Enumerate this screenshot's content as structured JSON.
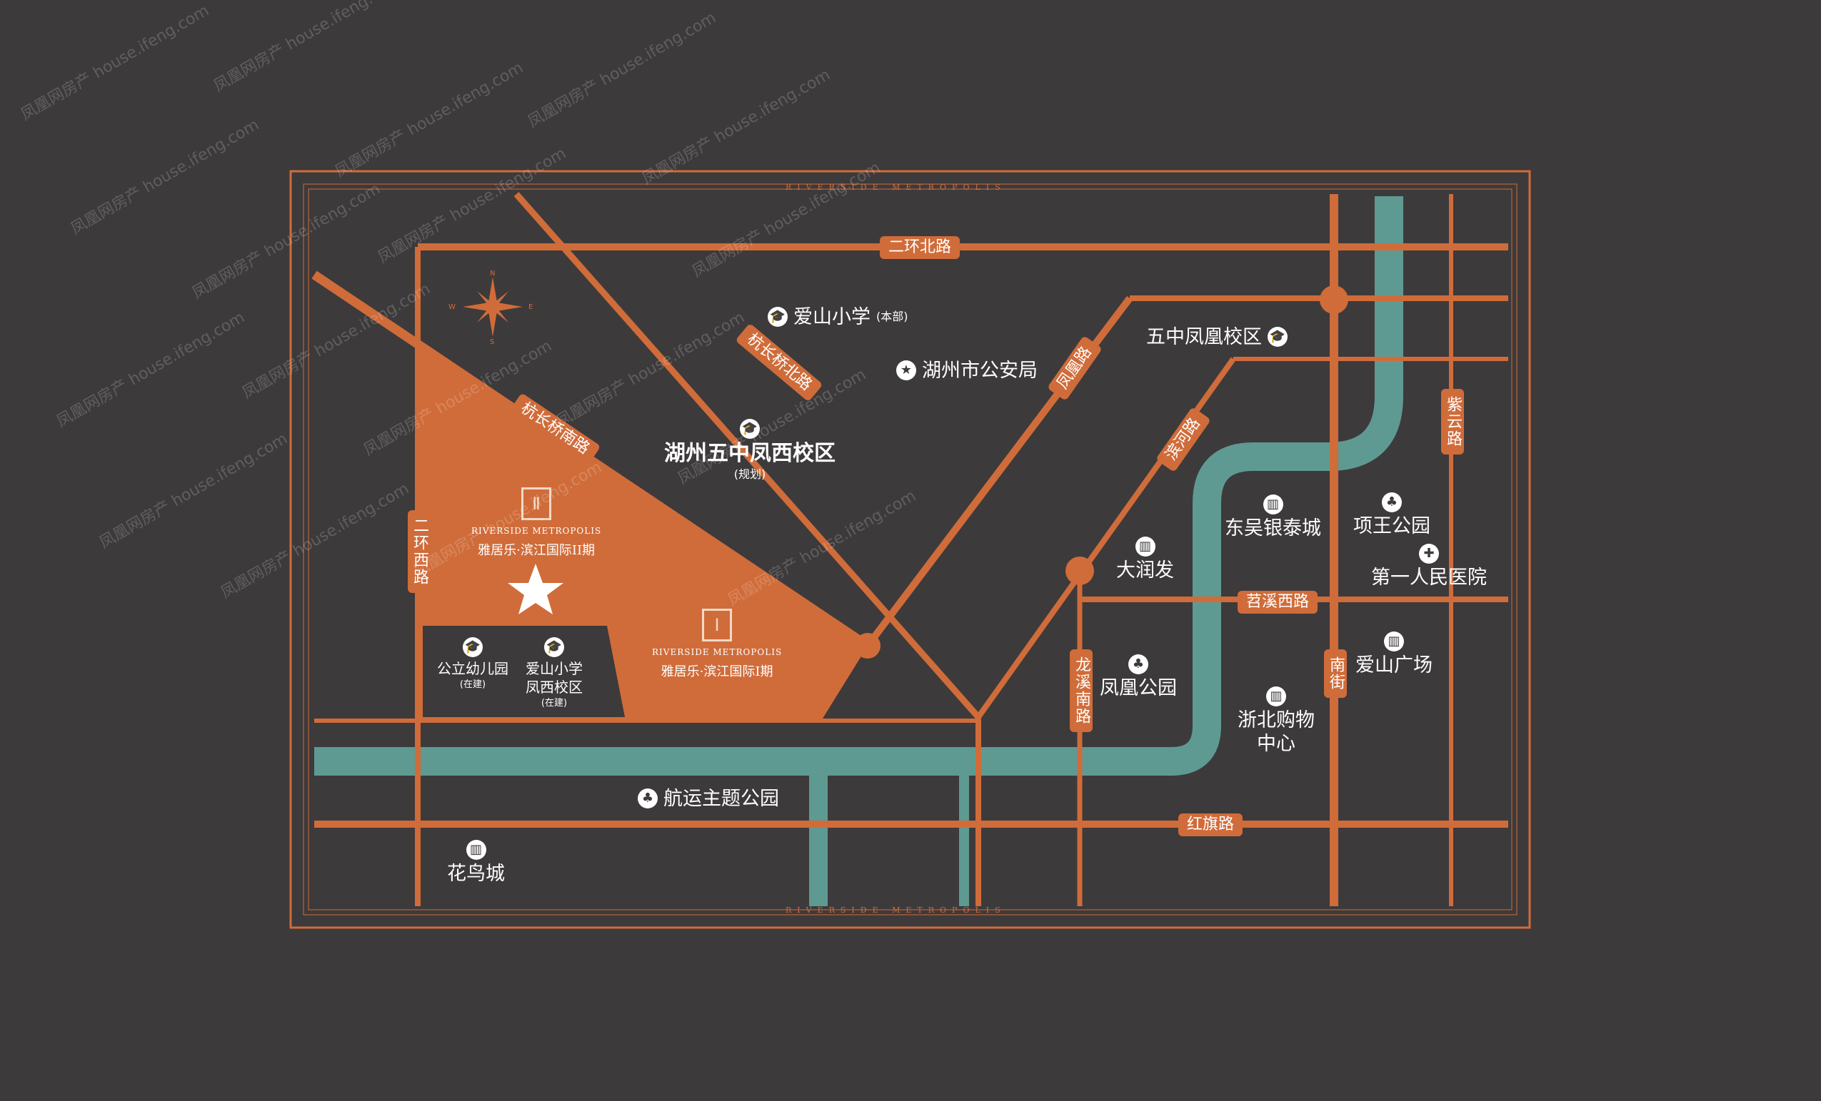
{
  "colors": {
    "background": "#3d3a3b",
    "road": "#d06c3a",
    "river": "#5e9a92",
    "project_area": "#d06c3a",
    "text": "#ffffff"
  },
  "frame_text": {
    "top": "RIVERSIDE METROPOLIS",
    "bottom": "RIVERSIDE METROPOLIS"
  },
  "watermark": {
    "brand": "凤凰网房产",
    "domain": "house.ifeng.com"
  },
  "compass": {
    "n": "N",
    "s": "S",
    "e": "E",
    "w": "W"
  },
  "roads": {
    "erhuan_bei": "二环北路",
    "hangchang_bei": "杭长桥北路",
    "hangchang_nan": "杭长桥南路",
    "erhuan_xi": "二环西路",
    "fenghuang": "凤凰路",
    "binhe": "滨河路",
    "ziyun": "紫云路",
    "tiaoxi_xi": "苕溪西路",
    "longxi_nan": "龙溪南路",
    "nanjie": "南街",
    "hongqi": "红旗路"
  },
  "pois": {
    "aishan_school_main": {
      "name": "爱山小学",
      "note": "(本部)",
      "icon": "school-icon"
    },
    "police": {
      "name": "湖州市公安局",
      "icon": "star-icon"
    },
    "wuzhong_fenghuang": {
      "name": "五中凤凰校区",
      "icon": "school-icon"
    },
    "wuzhong_fengxi": {
      "name": "湖州五中凤西校区",
      "note": "(规划)",
      "icon": "school-icon"
    },
    "dongwu_yintai": {
      "name": "东吴银泰城",
      "icon": "mall-icon"
    },
    "xiangwang_park": {
      "name": "项王公园",
      "icon": "tree-icon"
    },
    "first_hospital": {
      "name": "第一人民医院",
      "icon": "hospital-icon"
    },
    "darunfa": {
      "name": "大润发",
      "icon": "mall-icon"
    },
    "fenghuang_park": {
      "name": "凤凰公园",
      "icon": "tree-icon"
    },
    "aishan_square": {
      "name": "爱山广场",
      "icon": "mall-icon"
    },
    "zhebei_mall": {
      "name": "浙北购物\n中心",
      "line1": "浙北购物",
      "line2": "中心",
      "icon": "mall-icon"
    },
    "hangyun_park": {
      "name": "航运主题公园",
      "icon": "tree-icon"
    },
    "huaniao": {
      "name": "花鸟城",
      "icon": "mall-icon"
    },
    "kindergarten": {
      "name": "公立幼儿园",
      "note": "(在建)",
      "icon": "school-icon"
    },
    "aishan_fengxi": {
      "line1": "爱山小学",
      "line2": "凤西校区",
      "note": "(在建)",
      "icon": "school-icon"
    }
  },
  "projects": {
    "phase2": {
      "en": "RIVERSIDE METROPOLIS",
      "cn": "雅居乐·滨江国际II期",
      "icon": "project-logo-icon"
    },
    "phase1": {
      "en": "RIVERSIDE METROPOLIS",
      "cn": "雅居乐·滨江国际I期",
      "icon": "project-logo-icon"
    }
  }
}
